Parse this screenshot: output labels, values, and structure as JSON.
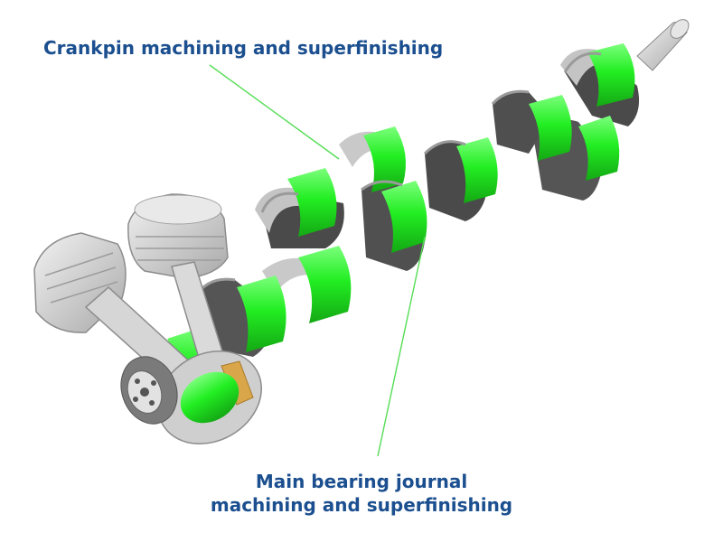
{
  "labels": {
    "crankpin": "Crankpin machining and superfinishing",
    "main_journal_line1": "Main bearing journal",
    "main_journal_line2": "machining and superfinishing"
  },
  "colors": {
    "label_text": "#1b4f8f",
    "highlight": "#33ee33",
    "highlight_dark": "#1fb41f",
    "leader_line": "#55dd55",
    "web_light": "#bdbdbd",
    "web_dark": "#4a4a4a",
    "metal": "#d4d4d4"
  }
}
